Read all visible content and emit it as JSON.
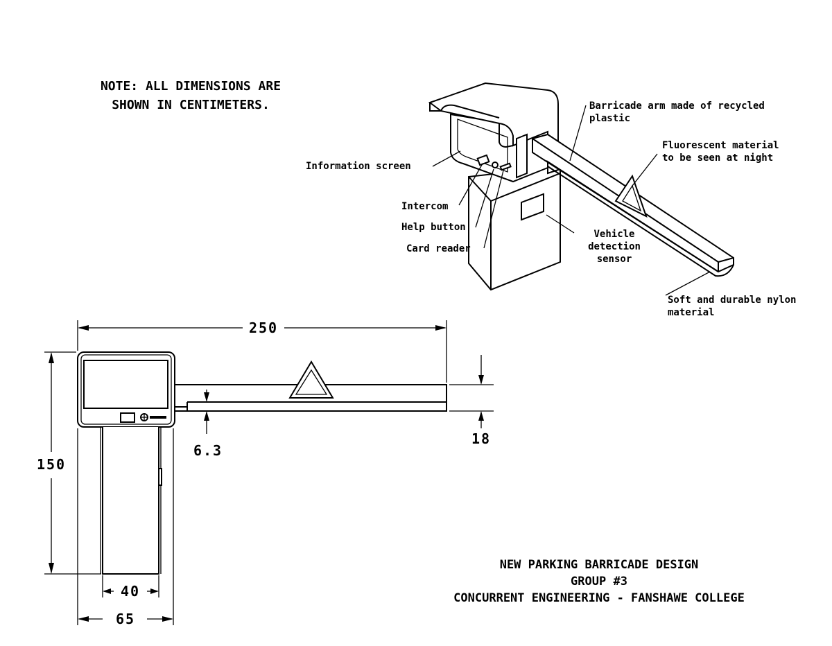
{
  "note": {
    "line1": "NOTE: ALL DIMENSIONS ARE",
    "line2": "SHOWN IN CENTIMETERS."
  },
  "callouts": {
    "barricade_arm": [
      "Barricade arm made of recycled",
      "plastic"
    ],
    "fluorescent": [
      "Fluorescent material",
      "to be seen at night"
    ],
    "information_screen": "Information screen",
    "intercom": "Intercom",
    "help_button": "Help button",
    "card_reader": "Card reader",
    "vehicle_sensor": [
      "Vehicle",
      "detection",
      "sensor"
    ],
    "nylon": [
      "Soft and durable nylon",
      "material"
    ]
  },
  "dimensions": {
    "arm_length": "250",
    "post_height": "150",
    "post_width": "40",
    "base_width": "65",
    "arm_height": "18",
    "strip_height": "6.3"
  },
  "title_block": {
    "line1": "NEW PARKING BARRICADE DESIGN",
    "line2": "GROUP #3",
    "line3": "CONCURRENT ENGINEERING - FANSHAWE COLLEGE"
  }
}
